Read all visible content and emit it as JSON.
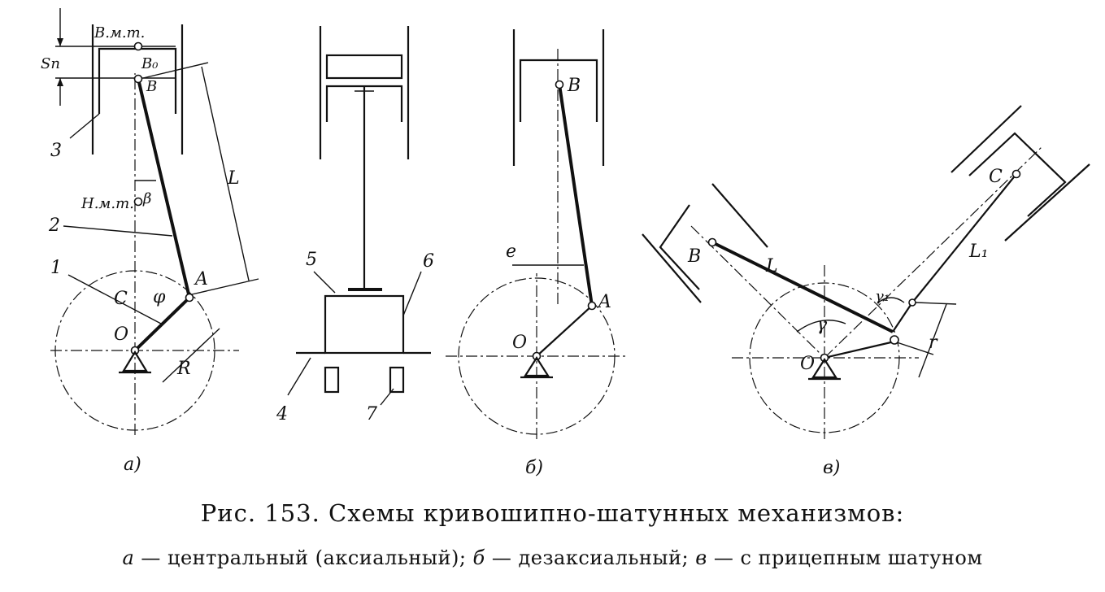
{
  "labels": {
    "tdc": "В.м.т.",
    "bdc": "Н.м.т.",
    "sp": "Sп",
    "b": "B",
    "b0": "B₀",
    "a": "A",
    "o": "O",
    "c": "C",
    "c_crank": "C",
    "phi": "φ",
    "beta": "β",
    "r_cap": "R",
    "r_small": "r",
    "l": "L",
    "l1": "L₁",
    "e": "e",
    "gamma": "γ",
    "gamma1": "γ₁",
    "n1": "1",
    "n2": "2",
    "n3": "3",
    "n4": "4",
    "n5": "5",
    "n6": "6",
    "n7": "7"
  },
  "subfig": {
    "a": "а)",
    "b": "б)",
    "c": "в)"
  },
  "caption": {
    "title": "Рис. 153. Схемы кривошипно-шатунных механизмов:",
    "a_letter": "а",
    "a_text": " — центральный (аксиальный); ",
    "b_letter": "б",
    "b_text": " — дезаксиальный; ",
    "c_letter": "в",
    "c_text": " — с прицепным шатуном"
  }
}
